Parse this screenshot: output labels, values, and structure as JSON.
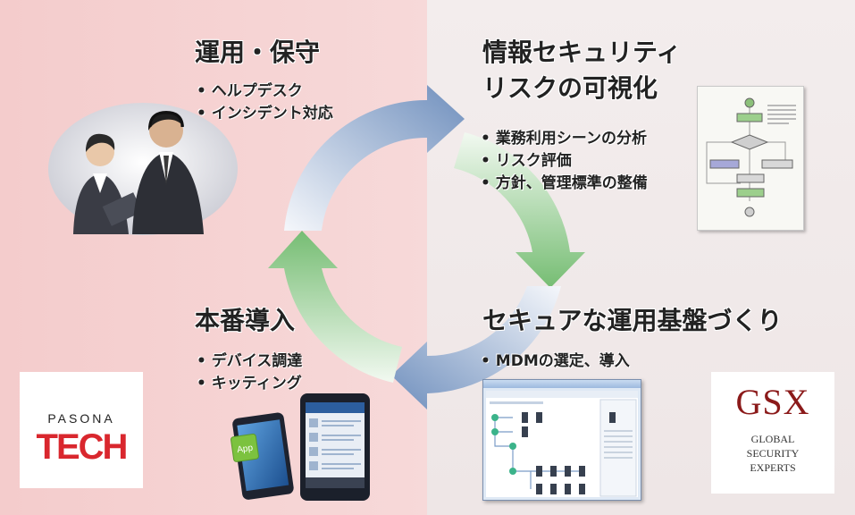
{
  "steps": {
    "operations": {
      "title": "運用・保守",
      "bullets": [
        "ヘルプデスク",
        "インシデント対応"
      ]
    },
    "risk": {
      "title_line1": "情報セキュリティ",
      "title_line2": "リスクの可視化",
      "bullets": [
        "業務利用シーンの分析",
        "リスク評価",
        "方針、管理標準の整備"
      ]
    },
    "platform": {
      "title": "セキュアな運用基盤づくり",
      "bullets": [
        "MDMの選定、導入"
      ]
    },
    "deployment": {
      "title": "本番導入",
      "bullets": [
        "デバイス調達",
        "キッティング"
      ]
    }
  },
  "logos": {
    "pasona": {
      "line1": "PASONA",
      "line2": "TECH"
    },
    "gsx": {
      "line1": "GSX",
      "line2": "GLOBAL",
      "line3": "SECURITY",
      "line4": "EXPERTS"
    }
  },
  "app_badge": "App",
  "colors": {
    "left_bg": "#f4cccc",
    "right_bg": "#efe8e8",
    "arrow_blue": "#6f8fbd",
    "arrow_green": "#7dc07a",
    "pasona_red": "#d9272e",
    "gsx_red": "#8b1a1a"
  },
  "icons": [
    "headset-operators-icon",
    "flowchart-document-icon",
    "mdm-console-icon",
    "smartphones-icon"
  ]
}
